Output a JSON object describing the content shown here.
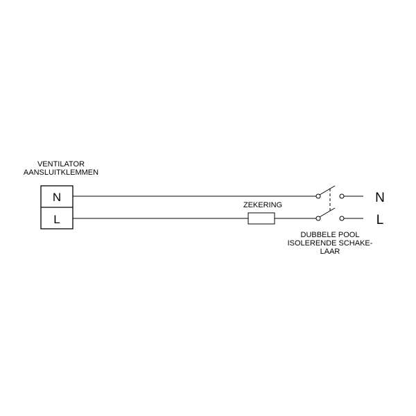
{
  "terminal_block": {
    "label_line1": "VENTILATOR",
    "label_line2": "AANSLUITKLEMMEN",
    "terminals": [
      "N",
      "L"
    ]
  },
  "fuse": {
    "label": "ZEKERING"
  },
  "switch": {
    "label_line1": "DUBBELE POOL",
    "label_line2": "ISOLERENDE SCHAKE-",
    "label_line3": "LAAR"
  },
  "supply": {
    "neutral": "N",
    "live": "L"
  },
  "colors": {
    "line": "#000000",
    "background": "#ffffff"
  }
}
